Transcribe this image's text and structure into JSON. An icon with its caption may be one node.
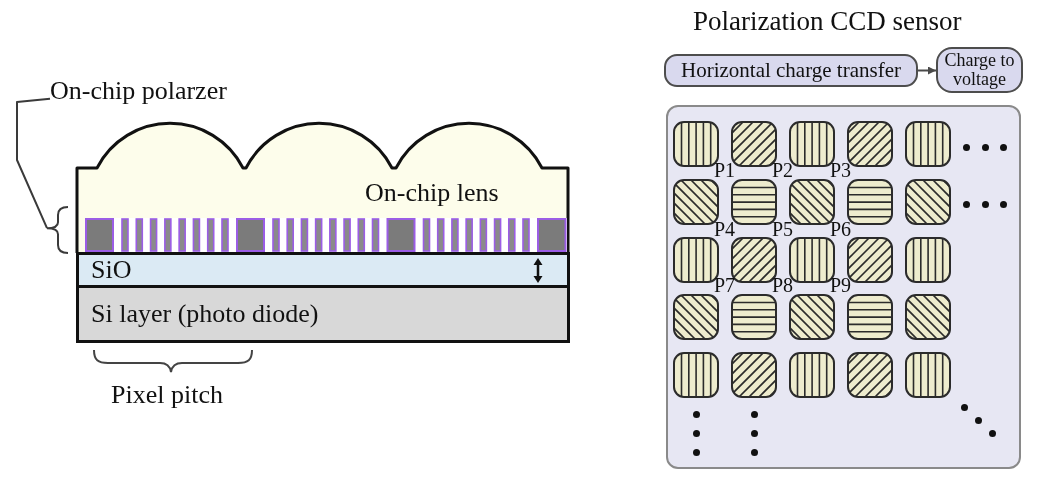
{
  "diagram": {
    "nodes": [
      {
        "text": [
          "On-chip polarzer"
        ]
      },
      {
        "text": [
          "On-chip lens"
        ]
      },
      {
        "text": [],
        "shape": "bar",
        "in": 1
      },
      {
        "text": [
          "SiO"
        ]
      },
      {
        "text": [
          "Si layer (photo diode)"
        ]
      },
      {
        "text": [
          "Horizontal charge transfer"
        ]
      },
      {
        "text": [
          "Charge to voltage"
        ]
      },
      {
        "text": [],
        "shape": "box"
      }
    ],
    "edges": [
      {
        "from": 0,
        "to": 2,
        "arrow": "none"
      },
      {
        "from": 5,
        "to": 6,
        "arrow": "to"
      }
    ],
    "labels": [
      "Polarization CCD sensor",
      "P1",
      "P2",
      "P3",
      "P4",
      "P5",
      "P6",
      "P7",
      "P8",
      "P9",
      "Pixel pitch"
    ]
  }
}
